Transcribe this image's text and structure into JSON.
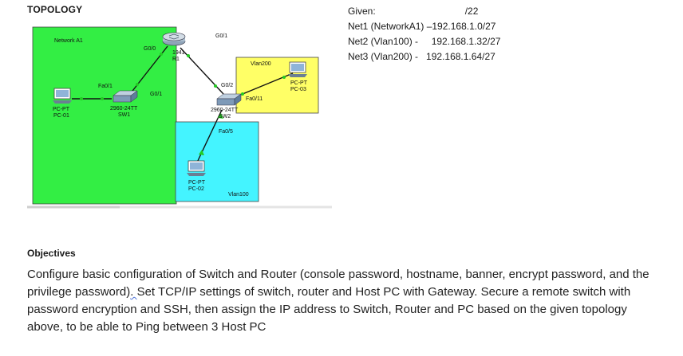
{
  "topology": {
    "title": "TOPOLOGY",
    "labels": {
      "network_a1": "Network A1",
      "g00": "G0/0",
      "g01_top": "G0/1",
      "router_model": "1941",
      "router_name": "R1",
      "vlan200": "Vlan200",
      "g02": "G0/2",
      "fa01": "Fa0/1",
      "g01_sw1": "G0/1",
      "sw1_model": "2960-24TT",
      "sw1_name": "SW1",
      "pc01_type": "PC-PT",
      "pc01_name": "PC-01",
      "fa011": "Fa0/11",
      "sw2_model": "2960-24TT",
      "sw2_name": "SW2",
      "fa05": "Fa0/5",
      "pc03_type": "PC-PT",
      "pc03_name": "PC-03",
      "pc02_type": "PC-PT",
      "pc02_name": "PC-02",
      "vlan100": "Vlan100"
    },
    "colors": {
      "network_a1_area": "#33ee44",
      "vlan200_area": "#ffff66",
      "vlan100_area": "#44f4ff",
      "link": "#111111",
      "port_marker": "#22cc22"
    }
  },
  "given": {
    "label": "Given:",
    "prefix": "/22",
    "lines": [
      "Net1 (NetworkA1) –192.168.1.0/27",
      "Net2 (Vlan100) -     192.168.1.32/27",
      "Net3 (Vlan200) -   192.168.1.64/27"
    ]
  },
  "objectives": {
    "title": "Objectives",
    "text_before": "Configure basic configuration of Switch and Router (console password, hostname, banner, encrypt password, and the privilege password)",
    "text_flagged": ". ",
    "text_after": "Set TCP/IP settings of switch, router and Host PC with Gateway. Secure a remote switch with password encryption and SSH, then assign the IP address to Switch, Router and PC based on the given topology above, to be able to Ping between 3 Host PC"
  }
}
